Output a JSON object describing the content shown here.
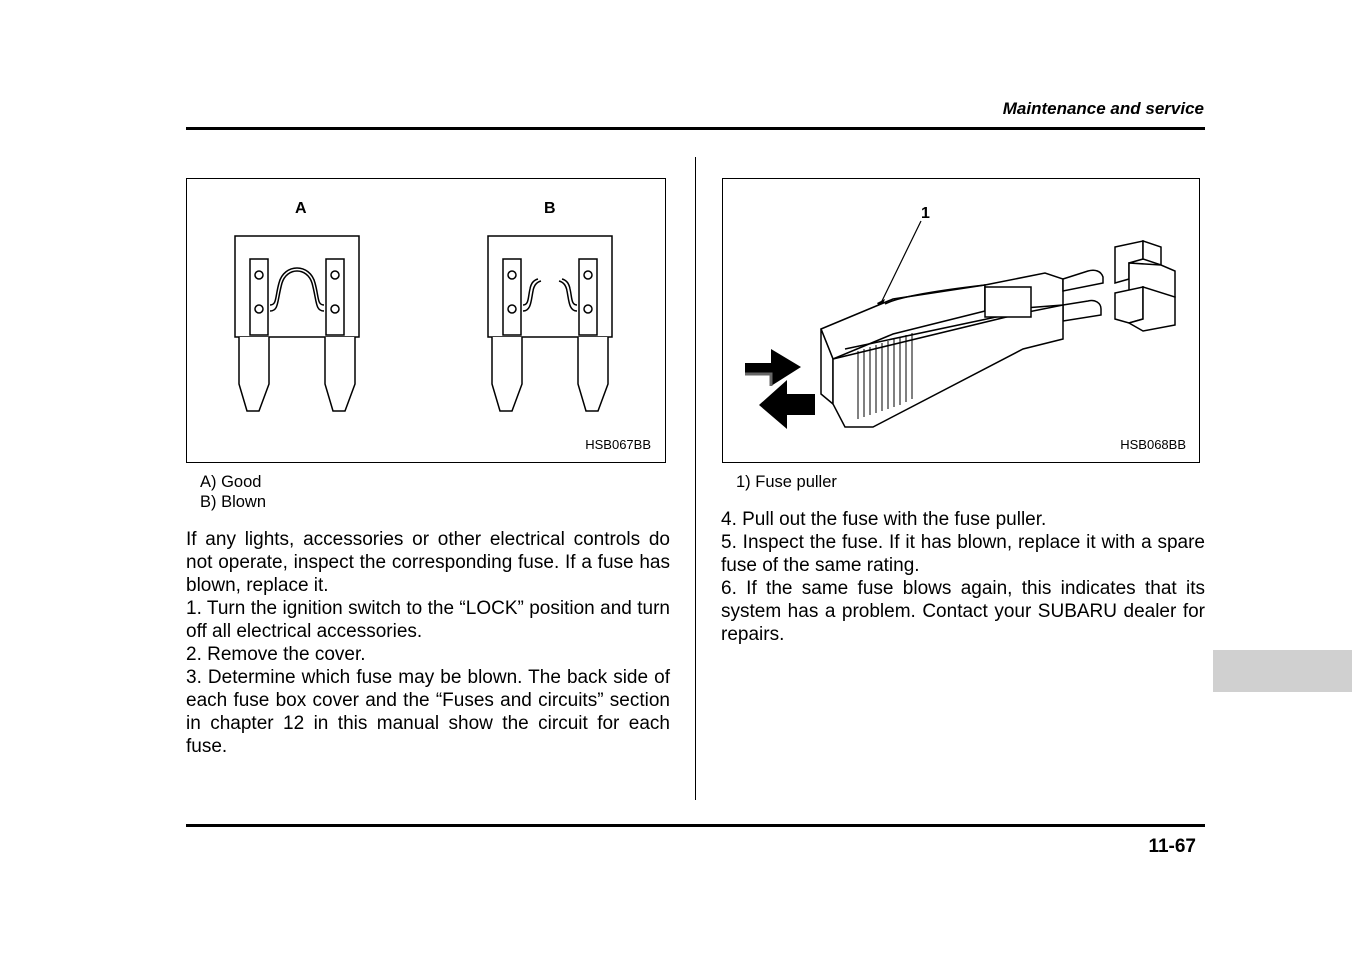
{
  "header": {
    "title": "Maintenance and service"
  },
  "footer": {
    "page_number": "11-67"
  },
  "figure_left": {
    "label_a": "A",
    "label_b": "B",
    "code": "HSB067BB",
    "captions": [
      "A)  Good",
      "B)  Blown"
    ]
  },
  "figure_right": {
    "callout": "1",
    "code": "HSB068BB",
    "captions": [
      "1)  Fuse puller"
    ]
  },
  "left_column": {
    "paragraphs": [
      "If any lights, accessories or other electrical controls do not operate, inspect the corresponding fuse. If a fuse has blown, replace it.",
      "1.  Turn the ignition switch to the “LOCK” position and turn off all electrical accessories.",
      "2.  Remove the cover.",
      "3.  Determine which fuse may be blown. The back side of each fuse box cover and the “Fuses and circuits” section in chapter 12 in this manual show the circuit for each fuse."
    ]
  },
  "right_column": {
    "paragraphs": [
      "4.  Pull out the fuse with the fuse puller.",
      "5.  Inspect the fuse. If it has blown, replace it with a spare fuse of the same rating.",
      "6.  If the same fuse blows again, this indicates that its system has a problem. Contact your SUBARU dealer for repairs."
    ]
  }
}
